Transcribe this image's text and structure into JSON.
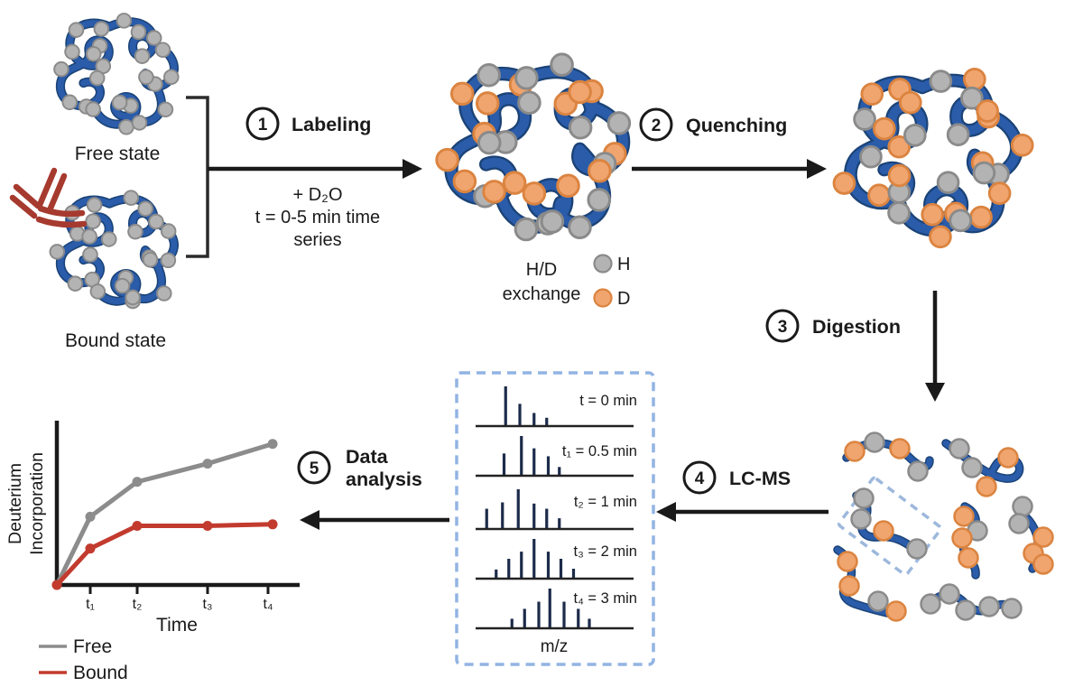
{
  "colors": {
    "hydrogen_fill": "#B3B3B3",
    "hydrogen_stroke": "#8A8A8A",
    "deuterium_fill": "#F0A46E",
    "deuterium_stroke": "#DB8440",
    "protein_fill": "#2A5CAA",
    "protein_stroke": "#1B4377",
    "antibody": "#A63A2E",
    "arrow": "#1A1A1A",
    "spectrum_bar": "#1C2B4A",
    "dashed_border": "#92B4E3",
    "free_series": "#8C8C8C",
    "bound_series": "#C23B2E"
  },
  "states": {
    "free": "Free state",
    "bound": "Bound state"
  },
  "steps": [
    {
      "number": "1",
      "label": "Labeling"
    },
    {
      "number": "2",
      "label": "Quenching"
    },
    {
      "number": "3",
      "label": "Digestion"
    },
    {
      "number": "4",
      "label": "LC-MS"
    },
    {
      "number": "5",
      "label": "Data",
      "label_line2": "analysis"
    }
  ],
  "labeling_note": {
    "line1": "+ D₂O",
    "line2": "t = 0-5 min time",
    "line3": "series"
  },
  "hd_exchange": {
    "line1": "H/D",
    "line2": "exchange"
  },
  "hd_legend": [
    {
      "label": "H",
      "color": "#B3B3B3"
    },
    {
      "label": "D",
      "color": "#F0A46E"
    }
  ],
  "chart_data": [
    {
      "type": "line",
      "xlabel": "Time",
      "ylabel_lines": [
        "Deuterium",
        "Incorporation"
      ],
      "x_tick_labels": [
        "t₁",
        "t₂",
        "t₃",
        "t₄"
      ],
      "x_frac": [
        0,
        0.138,
        0.332,
        0.623,
        0.892
      ],
      "ylim": [
        0,
        100
      ],
      "grid": false,
      "legend_position": "below-left",
      "series": [
        {
          "name": "Free",
          "color": "#8C8C8C",
          "values": [
            0,
            45,
            68,
            80,
            93
          ]
        },
        {
          "name": "Bound",
          "color": "#C23B2E",
          "values": [
            0,
            24,
            39,
            39,
            40
          ]
        }
      ]
    },
    {
      "type": "bar",
      "xlabel": "m/z",
      "spectra": [
        {
          "label": "t = 0 min",
          "peaks_x": [
            0.19,
            0.28,
            0.37,
            0.45
          ],
          "peaks_h": [
            1.0,
            0.56,
            0.33,
            0.21
          ]
        },
        {
          "label": "t₁ = 0.5 min",
          "peaks_x": [
            0.18,
            0.29,
            0.37,
            0.46,
            0.53
          ],
          "peaks_h": [
            0.56,
            1.0,
            0.69,
            0.49,
            0.22
          ]
        },
        {
          "label": "t₂ = 1 min",
          "peaks_x": [
            0.07,
            0.17,
            0.27,
            0.37,
            0.45,
            0.53
          ],
          "peaks_h": [
            0.51,
            0.67,
            1.0,
            0.64,
            0.51,
            0.27
          ]
        },
        {
          "label": "t₃ = 2 min",
          "peaks_x": [
            0.13,
            0.21,
            0.29,
            0.37,
            0.46,
            0.54,
            0.62
          ],
          "peaks_h": [
            0.23,
            0.5,
            0.68,
            1.0,
            0.68,
            0.5,
            0.25
          ]
        },
        {
          "label": "t₄ = 3 min",
          "peaks_x": [
            0.23,
            0.31,
            0.4,
            0.47,
            0.56,
            0.65,
            0.72
          ],
          "peaks_h": [
            0.24,
            0.49,
            0.67,
            1.0,
            0.67,
            0.49,
            0.24
          ]
        }
      ]
    }
  ]
}
